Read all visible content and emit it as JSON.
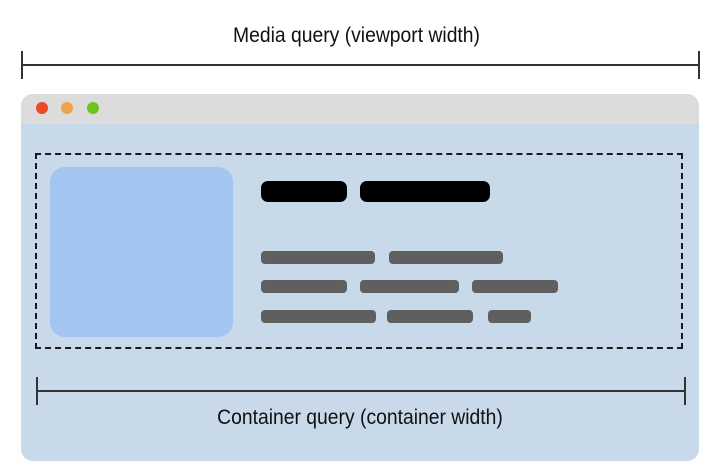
{
  "diagram": {
    "media_query": {
      "label": "Media query (viewport width)",
      "scope": "viewport"
    },
    "container_query": {
      "label": "Container query (container width)",
      "scope": "container"
    },
    "window": {
      "traffic_lights": [
        {
          "name": "close",
          "color": "#ea4a2a"
        },
        {
          "name": "minimize",
          "color": "#f1a24a"
        },
        {
          "name": "maximize",
          "color": "#6ec41e"
        }
      ],
      "background_color": "#c8d9e9",
      "titlebar_color": "#dcdcdc"
    },
    "card": {
      "image_placeholder_color": "#a2c6f1",
      "title_bar_color": "#000000",
      "text_bar_color": "#5f5f5f",
      "title_word_count": 2,
      "text_lines": [
        2,
        3,
        3
      ]
    }
  }
}
